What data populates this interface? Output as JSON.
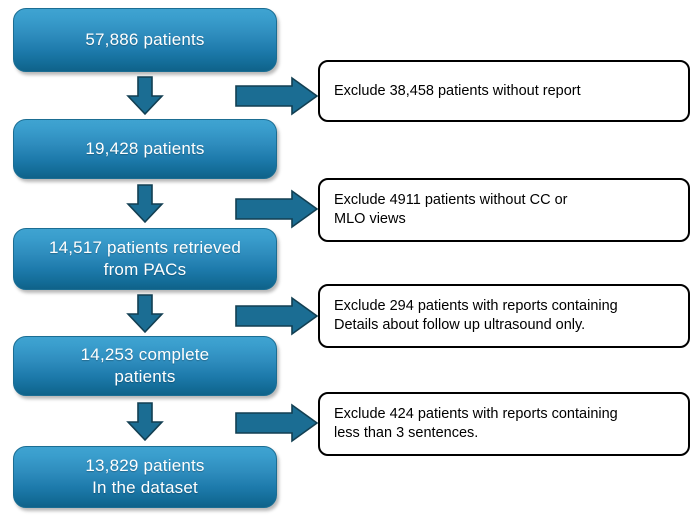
{
  "diagram": {
    "title": "Patient cohort selection flowchart",
    "colors": {
      "box_fill_top": "#3fa3d1",
      "box_fill_bottom": "#0f6289",
      "box_text": "#ffffff",
      "arrow_fill": "#1b6d93",
      "arrow_stroke": "#123f52",
      "exclusion_border": "#000000",
      "exclusion_text": "#000000",
      "background": "#ffffff"
    },
    "stages": [
      {
        "id": "stage-1",
        "label": "57,886 patients"
      },
      {
        "id": "stage-2",
        "label": "19,428 patients"
      },
      {
        "id": "stage-3",
        "label": "14,517 patients retrieved\nfrom PACs"
      },
      {
        "id": "stage-4",
        "label": "14,253 complete\npatients"
      },
      {
        "id": "stage-5",
        "label": "13,829 patients\nIn the dataset"
      }
    ],
    "exclusions": [
      {
        "id": "exclusion-1",
        "label": "Exclude 38,458 patients without report"
      },
      {
        "id": "exclusion-2",
        "label": "Exclude 4911 patients without CC or\nMLO views"
      },
      {
        "id": "exclusion-3",
        "label": "Exclude 294 patients with reports containing\nDetails about follow up ultrasound only."
      },
      {
        "id": "exclusion-4",
        "label": "Exclude 424 patients with reports containing\nless than 3 sentences."
      }
    ],
    "arrows": {
      "down": [
        {
          "id": "down-arrow-1",
          "from": "stage-1",
          "to": "stage-2"
        },
        {
          "id": "down-arrow-2",
          "from": "stage-2",
          "to": "stage-3"
        },
        {
          "id": "down-arrow-3",
          "from": "stage-3",
          "to": "stage-4"
        },
        {
          "id": "down-arrow-4",
          "from": "stage-4",
          "to": "stage-5"
        }
      ],
      "right": [
        {
          "id": "right-arrow-1",
          "to": "exclusion-1"
        },
        {
          "id": "right-arrow-2",
          "to": "exclusion-2"
        },
        {
          "id": "right-arrow-3",
          "to": "exclusion-3"
        },
        {
          "id": "right-arrow-4",
          "to": "exclusion-4"
        }
      ]
    }
  }
}
